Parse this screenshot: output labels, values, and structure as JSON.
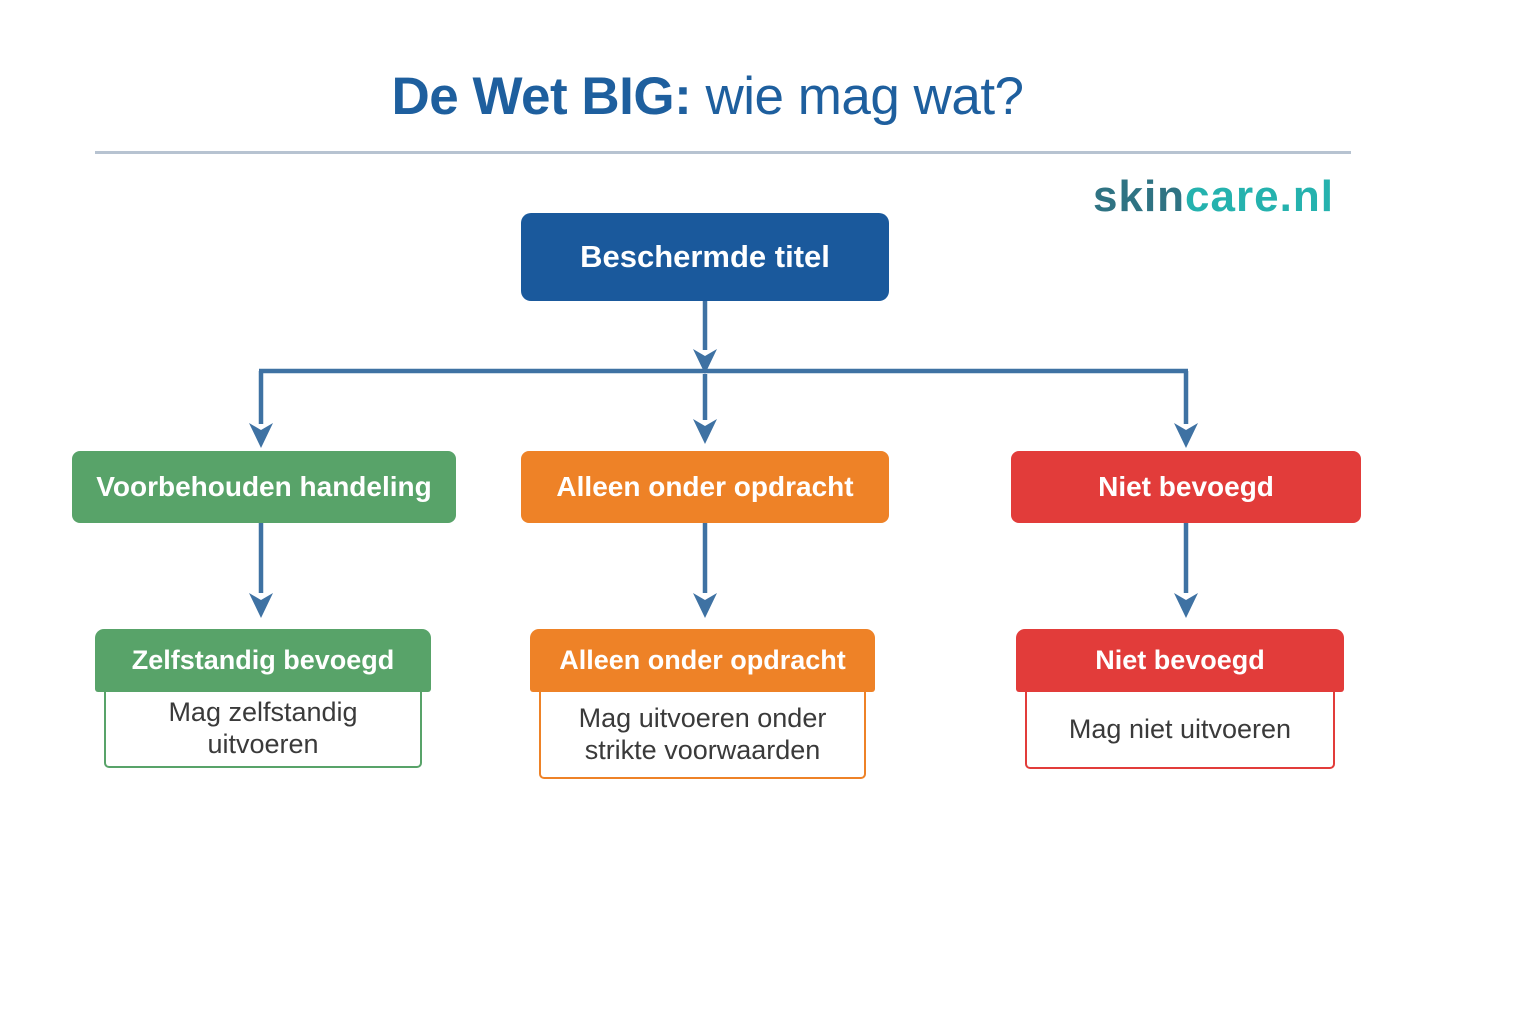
{
  "header": {
    "title_bold": "De Wet BIG:",
    "title_regular": "wie mag wat?",
    "logo": {
      "skin": "skin",
      "care": "care",
      "nl": ".nl"
    }
  },
  "flowchart": {
    "root_label": "Beschermde titel",
    "branches": [
      {
        "label": "Voorbehouden handeling",
        "outcome_title": "Zelfstandig bevoegd",
        "outcome_text": "Mag zelfstandig uitvoeren"
      },
      {
        "label": "Alleen onder opdracht",
        "outcome_title": "Alleen onder opdracht",
        "outcome_text": "Mag uitvoeren onder strikte voorwaarden"
      },
      {
        "label": "Niet bevoegd",
        "outcome_title": "Niet bevoegd",
        "outcome_text": "Mag niet uitvoeren"
      }
    ]
  },
  "colors": {
    "title_blue": "#1e5f9e",
    "root_box_blue": "#1a599c",
    "branch_green": "#58a369",
    "branch_orange": "#ee8227",
    "branch_red": "#e23c3a",
    "connector_blue": "#3f72a3",
    "logo_skin_teal": "#2f7383",
    "logo_care_teal": "#25b2ae",
    "divider_gray": "#b7c3d1",
    "card_body_text": "#3a3a3a",
    "background": "#ffffff"
  }
}
